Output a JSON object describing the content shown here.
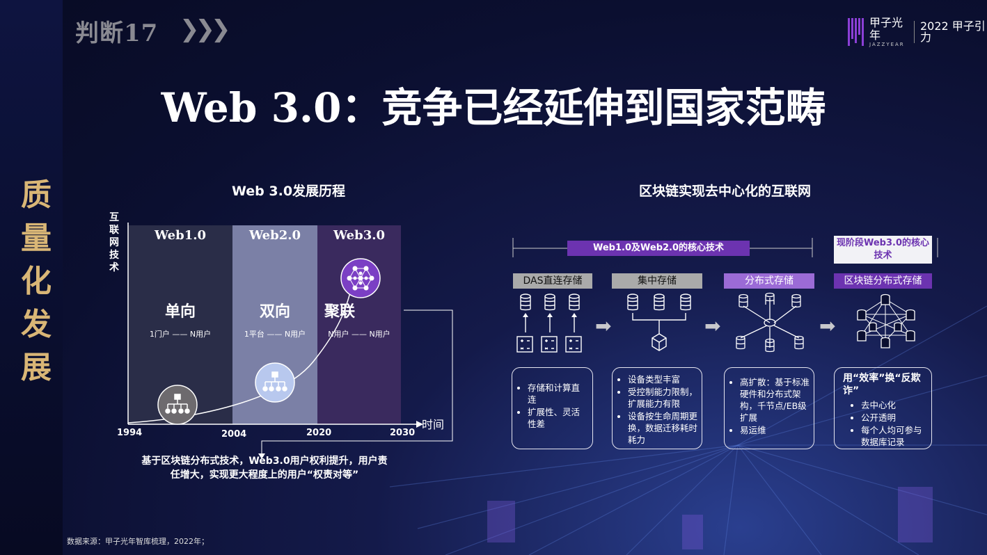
{
  "header": {
    "badge": "判断17",
    "chevrons": "❯❯❯",
    "logo_name": "甲子光年",
    "logo_sub": "JAZZYEAR",
    "logo_event": "2022 甲子引力"
  },
  "side_title": "质量化发展",
  "title": "Web 3.0：竞争已经延伸到国家范畴",
  "left_panel": {
    "title": "Web 3.0发展历程",
    "y_axis": "互联网技术",
    "x_axis": "时间",
    "columns": [
      {
        "label": "Web1.0",
        "mode": "单向",
        "relation": "1门户 —— N用户"
      },
      {
        "label": "Web2.0",
        "mode": "双向",
        "relation": "1平台 —— N用户"
      },
      {
        "label": "Web3.0",
        "mode": "聚联",
        "relation": "N用户 —— N用户"
      }
    ],
    "years": [
      "1994",
      "2004",
      "2020",
      "2030"
    ],
    "caption": "基于区块链分布式技术，Web3.0用户权利提升，用户责任增大，实现更大程度上的用户“权责对等”"
  },
  "right_panel": {
    "title": "区块链实现去中心化的互联网",
    "legacy_header": "Web1.0及Web2.0的核心技术",
    "current_header": "现阶段Web3.0的核心技术",
    "stages": [
      {
        "name": "DAS直连存储",
        "points": [
          "存储和计算直连",
          "扩展性、灵活性差"
        ]
      },
      {
        "name": "集中存储",
        "points": [
          "设备类型丰富",
          "受控制能力限制，扩展能力有限",
          "设备按生命周期更换，数据迁移耗时耗力"
        ]
      },
      {
        "name": "分布式存储",
        "points": [
          "高扩散：基于标准硬件和分布式架构，千节点/EB级扩展",
          "易运维"
        ]
      },
      {
        "name": "区块链分布式存储",
        "lead": "用“效率”换“反欺诈”",
        "points": [
          "去中心化",
          "公开透明",
          "每个人均可参与数据库记录"
        ]
      }
    ]
  },
  "source": "数据来源：甲子光年智库梳理，2022年；",
  "colors": {
    "accent": "#6c33b0",
    "gold": "#d9b676",
    "background": "#0b0f30"
  }
}
